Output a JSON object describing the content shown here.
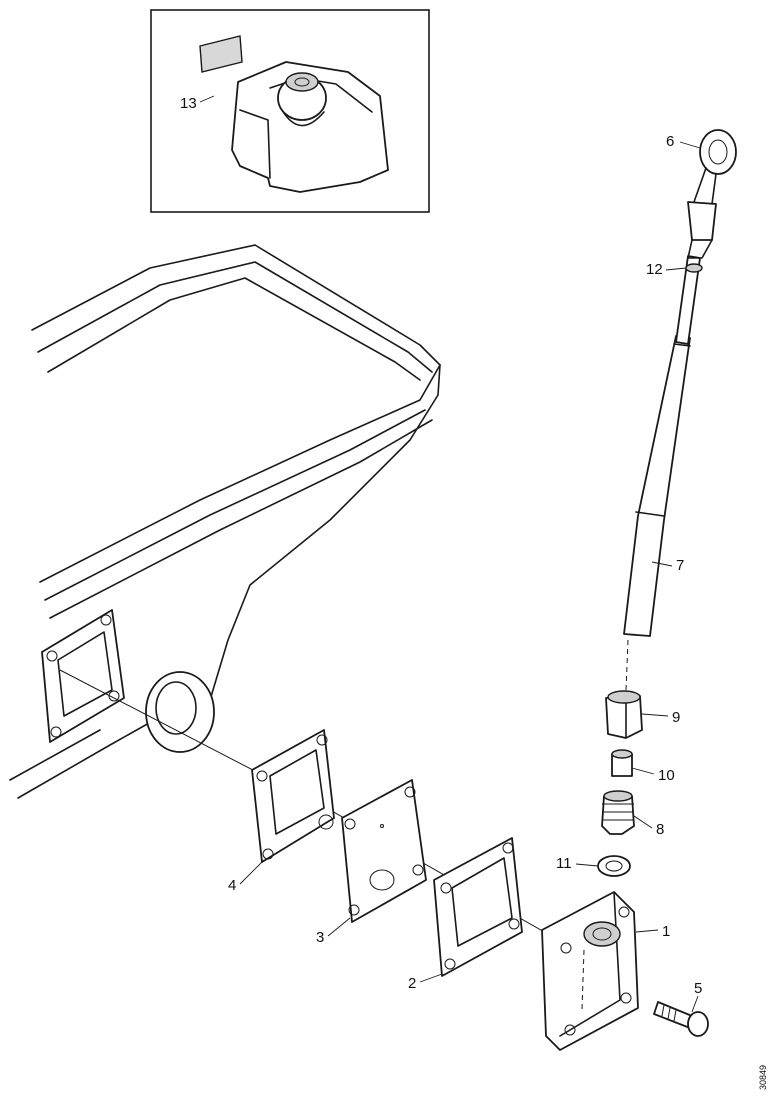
{
  "callouts": {
    "c1": "1",
    "c2": "2",
    "c3": "3",
    "c4": "4",
    "c5": "5",
    "c6": "6",
    "c7": "7",
    "c8": "8",
    "c9": "9",
    "c10": "10",
    "c11": "11",
    "c12": "12",
    "c13": "13"
  },
  "reference_code": "30849"
}
